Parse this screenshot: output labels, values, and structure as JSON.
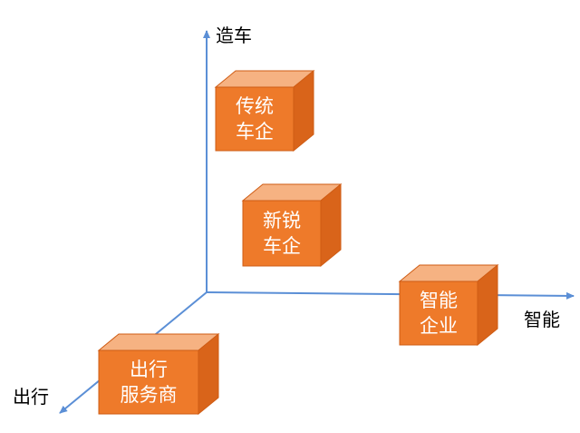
{
  "axes": {
    "vertical": {
      "label": "造车"
    },
    "horizontal": {
      "label": "智能"
    },
    "diagonal": {
      "label": "出行"
    }
  },
  "cubes": [
    {
      "id": "traditional-automaker",
      "lines": [
        "传统",
        "车企"
      ]
    },
    {
      "id": "new-automaker",
      "lines": [
        "新锐",
        "车企"
      ]
    },
    {
      "id": "intelligent-enterprise",
      "lines": [
        "智能",
        "企业"
      ]
    },
    {
      "id": "mobility-provider",
      "lines": [
        "出行",
        "服务商"
      ]
    }
  ],
  "colors": {
    "axis": "#5b8fd6",
    "cube_front": "#ee7a2a",
    "cube_top": "#f6b282",
    "cube_side": "#d9641a",
    "cube_border": "#cf5c14",
    "cube_text": "#ffffff"
  }
}
